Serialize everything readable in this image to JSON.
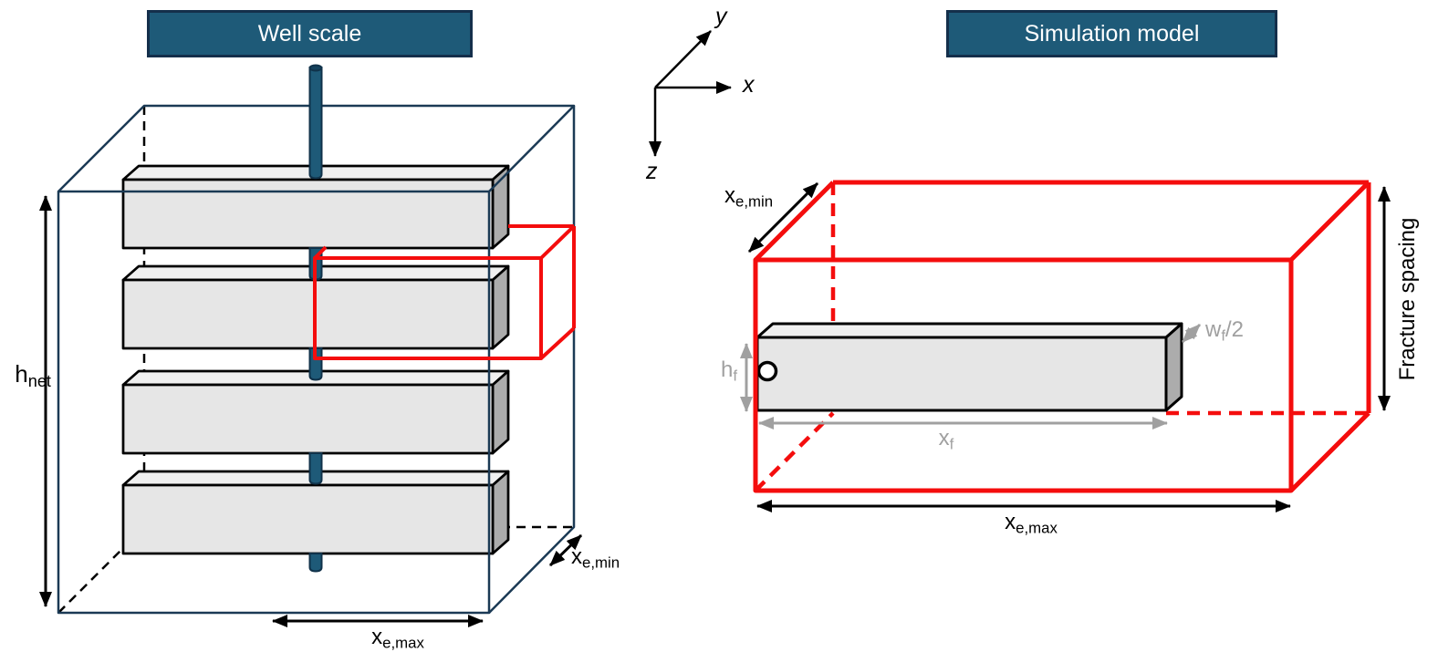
{
  "titles": {
    "left": "Well scale",
    "right": "Simulation model"
  },
  "axes": {
    "x": "x",
    "y": "y",
    "z": "z"
  },
  "left_diagram": {
    "labels": {
      "h_net": {
        "base": "h",
        "sub": "net"
      },
      "x_e_min": {
        "base": "x",
        "sub": "e,min"
      },
      "x_e_max": {
        "base": "x",
        "sub": "e,max"
      }
    }
  },
  "right_diagram": {
    "labels": {
      "x_e_min": {
        "base": "x",
        "sub": "e,min"
      },
      "x_e_max": {
        "base": "x",
        "sub": "e,max"
      },
      "fracture_spacing": "Fracture spacing",
      "w_f_half": {
        "base": "w",
        "sub": "f",
        "suffix": "/2"
      },
      "h_f": {
        "base": "h",
        "sub": "f"
      },
      "x_f": {
        "base": "x",
        "sub": "f"
      }
    }
  },
  "colors": {
    "accent_teal": "#1E5A78",
    "title_border": "#142F4B",
    "box_navy": "#1B3A55",
    "highlight_red": "#F40D0D",
    "annotation_gray": "#A0A0A0",
    "slab_front": "#E6E6E6",
    "slab_top": "#F0F0F0",
    "slab_side": "#ACACAC"
  }
}
